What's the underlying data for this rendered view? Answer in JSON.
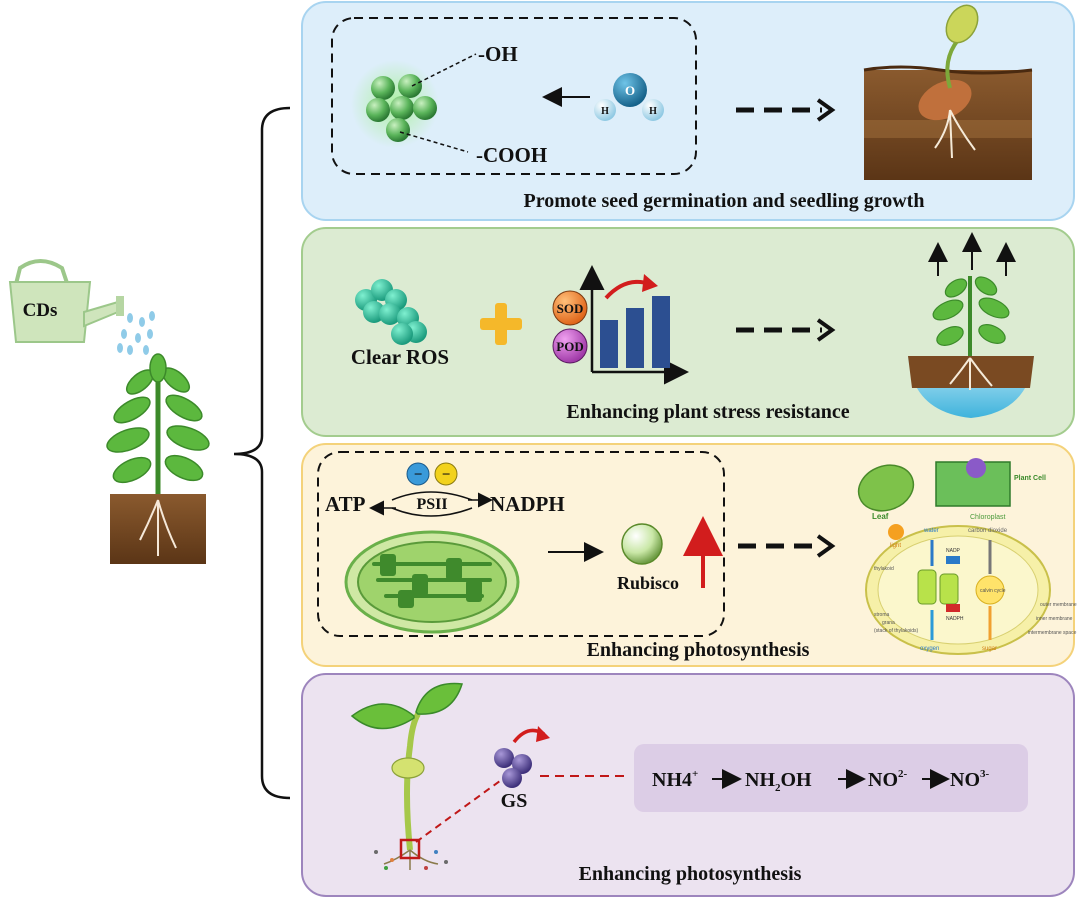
{
  "source": {
    "label": "CDs"
  },
  "panels": [
    {
      "caption": "Promote seed germination and seedling growth",
      "groups": [
        "-OH",
        "-COOH"
      ],
      "water_atoms": [
        "O",
        "H",
        "H"
      ]
    },
    {
      "caption": "Enhancing plant stress resistance",
      "item_label": "Clear ROS",
      "enzymes": [
        "SOD",
        "POD"
      ],
      "chart_data": {
        "type": "bar",
        "categories": [
          "",
          "",
          ""
        ],
        "values": [
          2,
          2.5,
          3
        ],
        "title": "",
        "xlabel": "",
        "ylabel": "",
        "ylim": [
          0,
          4
        ],
        "grid": false
      }
    },
    {
      "caption": "Enhancing photosynthesis",
      "left_label": "ATP",
      "center_label": "PSII",
      "right_label": "NADPH",
      "charges": [
        "−",
        "−"
      ],
      "product": "Rubisco",
      "cell_labels": {
        "leaf": "Leaf",
        "chloroplast": "Chloroplast",
        "plant_cell": "Plant Cell",
        "water": "water",
        "carbon_dioxide": "carbon dioxide",
        "light": "light",
        "oxygen": "oxygen",
        "sugar": "sugar",
        "nadp": "NADP",
        "nadph": "NADPH",
        "calvin": "calvin cycle",
        "thylakoid": "thylakoid",
        "stroma": "stroma",
        "grana": "grana",
        "stack": "(stack of thylakoids)",
        "outer_membrane": "outer membrane",
        "inner_membrane": "inner membrane",
        "intermembrane": "intermembrane space"
      }
    },
    {
      "caption": "Enhancing photosynthesis",
      "enzyme": "GS",
      "pathway": [
        {
          "base": "NH4",
          "sup": "+",
          "sub": ""
        },
        {
          "base": "NH",
          "sup": "",
          "sub": "2",
          "tail": "OH"
        },
        {
          "base": "NO",
          "sup": "2-",
          "sub": ""
        },
        {
          "base": "NO",
          "sup": "3-",
          "sub": ""
        }
      ]
    }
  ],
  "colors": {
    "panel1_fill": "#ddeefa",
    "panel1_stroke": "#a8d4f0",
    "panel2_fill": "#dcebd2",
    "panel2_stroke": "#a3cc8e",
    "panel3_fill": "#fdf3da",
    "panel3_stroke": "#f4d27a",
    "panel4_fill": "#ece3f0",
    "panel4_stroke": "#9d85bd",
    "pathway_box": "#dccde6",
    "bar": "#2c4f91",
    "arrow_red": "#d21d1d"
  }
}
